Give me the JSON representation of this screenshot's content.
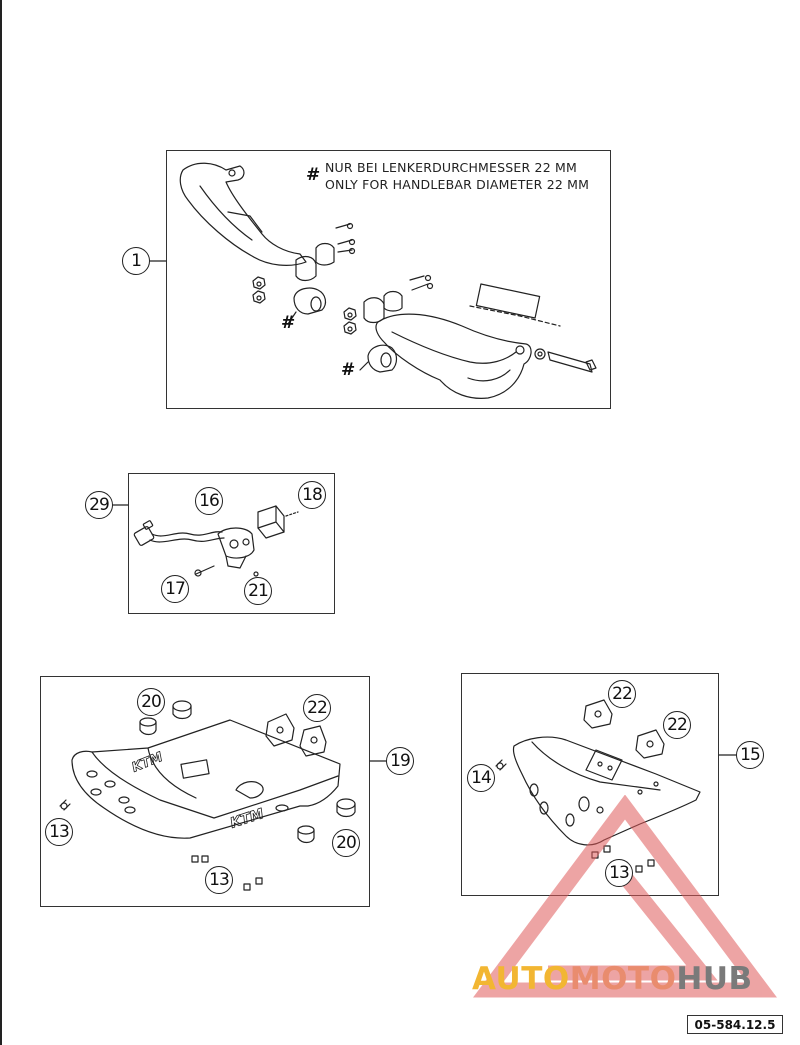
{
  "note": {
    "symbol": "#",
    "line_de": "NUR BEI LENKERDURCHMESSER 22 MM",
    "line_en": "ONLY FOR HANDLEBAR DIAMETER 22 MM"
  },
  "hash_marks": [
    "#",
    "#"
  ],
  "callouts": {
    "handguards": "1",
    "wiring_harness": "29",
    "bracket": "16",
    "plug": "18",
    "screw_bracket": "17",
    "nut_bracket": "21",
    "skid_plate_a": "19",
    "skid_plate_a_screw_top": "13",
    "skid_plate_a_screw_bottom": "13",
    "skid_plate_a_rubber_top": "20",
    "skid_plate_a_rubber_bottom": "20",
    "skid_plate_a_mount": "22",
    "skid_plate_b": "15",
    "skid_plate_b_screw": "14",
    "skid_plate_b_screws_bottom": "13",
    "skid_plate_b_mount_1": "22",
    "skid_plate_b_mount_2": "22"
  },
  "brand": {
    "part1": "AUTO",
    "part2": "MOTO",
    "part3": "HUB"
  },
  "colors": {
    "watermark_red": "#e05a5a",
    "brand_yellow": "#f2b632",
    "brand_salmon": "#e98c6e",
    "brand_gray": "#7a7a7a"
  },
  "doc_number": "05-584.12.5"
}
